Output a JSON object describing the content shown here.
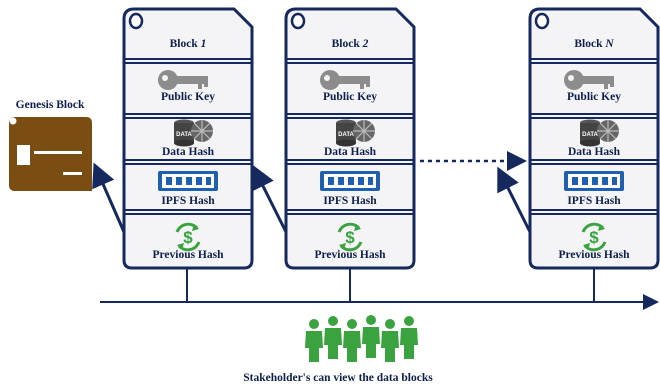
{
  "genesis": {
    "label": "Genesis Block"
  },
  "blocks": [
    {
      "prefix": "Block ",
      "index": "1"
    },
    {
      "prefix": "Block ",
      "index": "2"
    },
    {
      "prefix": "Block ",
      "index": "N"
    }
  ],
  "sections": {
    "public_key": "Public Key",
    "data_hash": "Data Hash",
    "ipfs_hash": "IPFS Hash",
    "previous_hash": "Previous Hash"
  },
  "icons": {
    "public_key": "key-icon",
    "data_hash": "data-database-icon",
    "ipfs_hash": "server-rack-icon",
    "previous_hash": "dollar-refresh-icon",
    "stakeholders": "people-group-icon",
    "genesis": "genesis-card-icon"
  },
  "footer": {
    "caption": "Stakeholder's can view the data blocks"
  },
  "colors": {
    "navy": "#15295e",
    "block_fill": "#f4f4f6",
    "genesis_fill": "#7a4e12",
    "key_gray": "#8c8c8c",
    "green": "#3aa23f",
    "ipfs_blue": "#1f5fb0"
  }
}
